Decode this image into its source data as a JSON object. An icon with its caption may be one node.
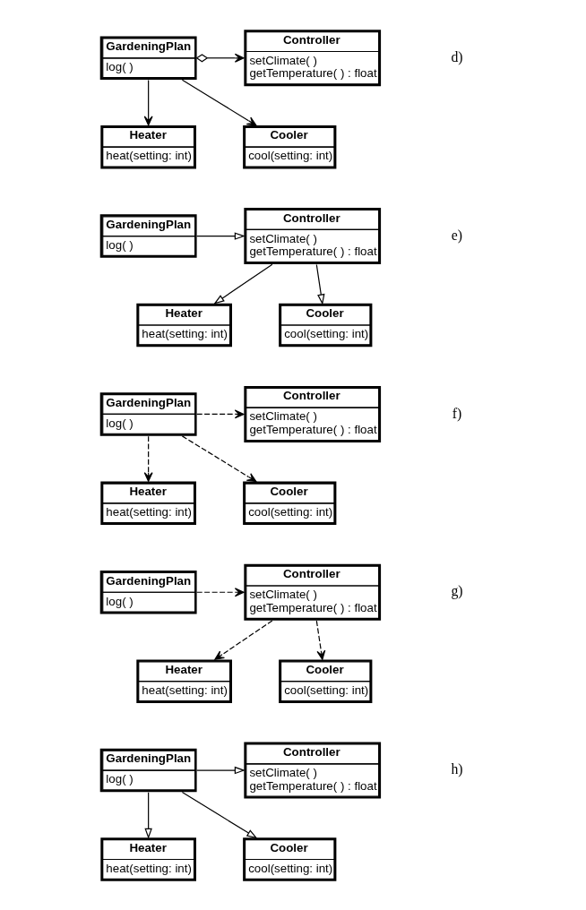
{
  "diagram": {
    "nodes": [
      {
        "text": [
          "GardeningPlan",
          "log( )"
        ]
      },
      {
        "text": [
          "Controller",
          "setClimate( )",
          "getTemperature( ) : float"
        ]
      },
      {
        "text": [
          "Heater",
          "heat(setting: int)"
        ]
      },
      {
        "text": [
          "Cooler",
          "cool(setting: int)"
        ]
      },
      {
        "text": [
          "GardeningPlan",
          "log( )"
        ]
      },
      {
        "text": [
          "Controller",
          "setClimate( )",
          "getTemperature( ) : float"
        ]
      },
      {
        "text": [
          "Heater",
          "heat(setting: int)"
        ]
      },
      {
        "text": [
          "Cooler",
          "cool(setting: int)"
        ]
      },
      {
        "text": [
          "GardeningPlan",
          "log( )"
        ]
      },
      {
        "text": [
          "Controller",
          "setClimate( )",
          "getTemperature( ) : float"
        ]
      },
      {
        "text": [
          "Heater",
          "heat(setting: int)"
        ]
      },
      {
        "text": [
          "Cooler",
          "cool(setting: int)"
        ]
      },
      {
        "text": [
          "GardeningPlan",
          "log( )"
        ]
      },
      {
        "text": [
          "Controller",
          "setClimate( )",
          "getTemperature( ) : float"
        ]
      },
      {
        "text": [
          "Heater",
          "heat(setting: int)"
        ]
      },
      {
        "text": [
          "Cooler",
          "cool(setting: int)"
        ]
      },
      {
        "text": [
          "GardeningPlan",
          "log( )"
        ]
      },
      {
        "text": [
          "Controller",
          "setClimate( )",
          "getTemperature( ) : float"
        ]
      },
      {
        "text": [
          "Heater",
          "heat(setting: int)"
        ]
      },
      {
        "text": [
          "Cooler",
          "cool(setting: int)"
        ]
      }
    ],
    "edges": [
      {
        "from": 0,
        "to": 1,
        "arrow": "to"
      },
      {
        "from": 0,
        "to": 2,
        "arrow": "to"
      },
      {
        "from": 0,
        "to": 3,
        "arrow": "to"
      },
      {
        "from": 4,
        "to": 5,
        "arrow": "to"
      },
      {
        "from": 5,
        "to": 6,
        "arrow": "to"
      },
      {
        "from": 5,
        "to": 7,
        "arrow": "to"
      },
      {
        "from": 8,
        "to": 9,
        "arrow": "to",
        "style": "dashed"
      },
      {
        "from": 8,
        "to": 10,
        "arrow": "to",
        "style": "dashed"
      },
      {
        "from": 8,
        "to": 11,
        "arrow": "to",
        "style": "dashed"
      },
      {
        "from": 12,
        "to": 13,
        "arrow": "to",
        "style": "dashed"
      },
      {
        "from": 13,
        "to": 14,
        "arrow": "to",
        "style": "dashed"
      },
      {
        "from": 13,
        "to": 15,
        "arrow": "to",
        "style": "dashed"
      },
      {
        "from": 16,
        "to": 17,
        "arrow": "to"
      },
      {
        "from": 16,
        "to": 18,
        "arrow": "to"
      },
      {
        "from": 16,
        "to": 19,
        "arrow": "to"
      }
    ],
    "labels": [
      "d)",
      "e)",
      "f)",
      "g)",
      "h)"
    ]
  }
}
